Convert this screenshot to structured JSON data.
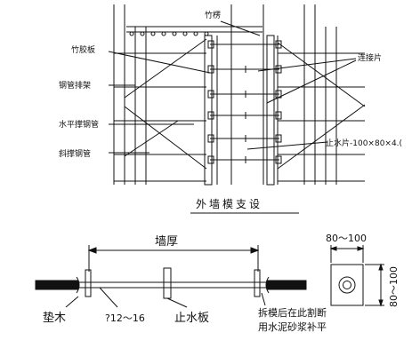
{
  "top_diagram": {
    "labels": {
      "bamboo_brace": "竹楞",
      "plywood": "竹胶板",
      "scaffold": "钢管排架",
      "horizontal_pipe": "水平撑钢管",
      "diagonal_pipe": "斜撑钢管",
      "connector": "连接片",
      "water_stop": "止水片-100×80×4.(",
      "caption": "外墙模支设"
    }
  },
  "bottom_diagram": {
    "labels": {
      "wall_thickness": "墙厚",
      "pad_wood": "垫木",
      "rod_dia": "?12～16",
      "water_stop_plate": "止水板",
      "note_line1": "拆模后在此割断",
      "note_line2": "用水泥砂浆补平",
      "dim_width": "80～100",
      "dim_height": "80～100"
    }
  }
}
